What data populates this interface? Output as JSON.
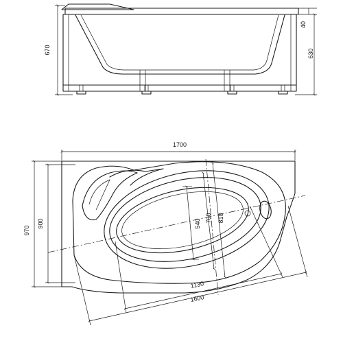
{
  "side_view": {
    "overall_height": "670",
    "rim_height": "40",
    "body_height": "630"
  },
  "top_view": {
    "overall_length": "1700",
    "overall_width": "970",
    "width_900": "900",
    "bowl_length": "1600",
    "inner_length": "1130",
    "depth_810": "810",
    "depth_700": "700",
    "depth_540": "540"
  }
}
